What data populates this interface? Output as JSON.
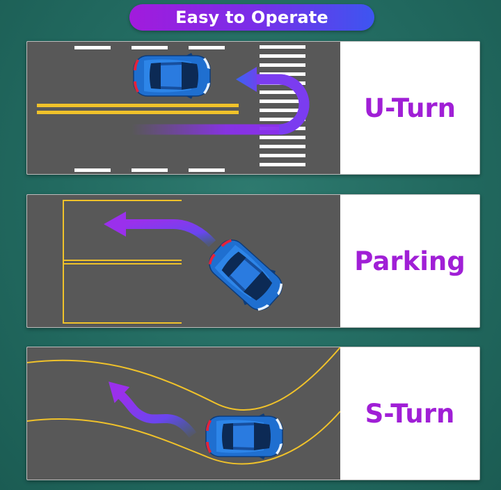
{
  "banner": {
    "title": "Easy to Operate"
  },
  "panels": [
    {
      "label": "U-Turn"
    },
    {
      "label": "Parking"
    },
    {
      "label": "S-Turn"
    }
  ],
  "colors": {
    "road": "#585858",
    "lane_yellow": "#f0c22a",
    "marking_white": "#ffffff",
    "arrow_purple": "#8b2ff0",
    "label_purple": "#a01fd6",
    "car_blue": "#1f6fd0",
    "background_teal": "#226a60"
  }
}
